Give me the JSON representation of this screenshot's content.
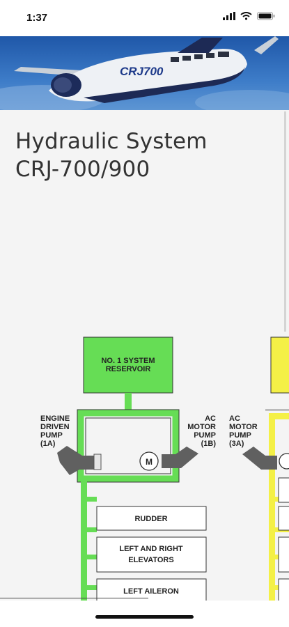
{
  "status_bar": {
    "time": "1:37",
    "icons": [
      "signal-icon",
      "wifi-icon",
      "battery-icon"
    ]
  },
  "hero": {
    "livery_text": "CRJ700",
    "description": "aircraft-photo"
  },
  "title": {
    "line1": "Hydraulic System",
    "line2": "CRJ-700/900"
  },
  "diagram": {
    "reservoir_line1": "NO. 1 SYSTEM",
    "reservoir_line2": "RESERVOIR",
    "pump_1a": [
      "ENGINE",
      "DRIVEN",
      "PUMP",
      "(1A)"
    ],
    "pump_1b": [
      "AC",
      "MOTOR",
      "PUMP",
      "(1B)"
    ],
    "pump_3a": [
      "AC",
      "MOTOR",
      "PUMP",
      "(3A)"
    ],
    "motor_label": "M",
    "consumers": {
      "rudder": "RUDDER",
      "elevators_line1": "LEFT AND RIGHT",
      "elevators_line2": "ELEVATORS",
      "aileron": "LEFT AILERON"
    },
    "colors": {
      "system1": "#66dd55",
      "system3": "#f4f046",
      "pump": "#606060"
    }
  }
}
